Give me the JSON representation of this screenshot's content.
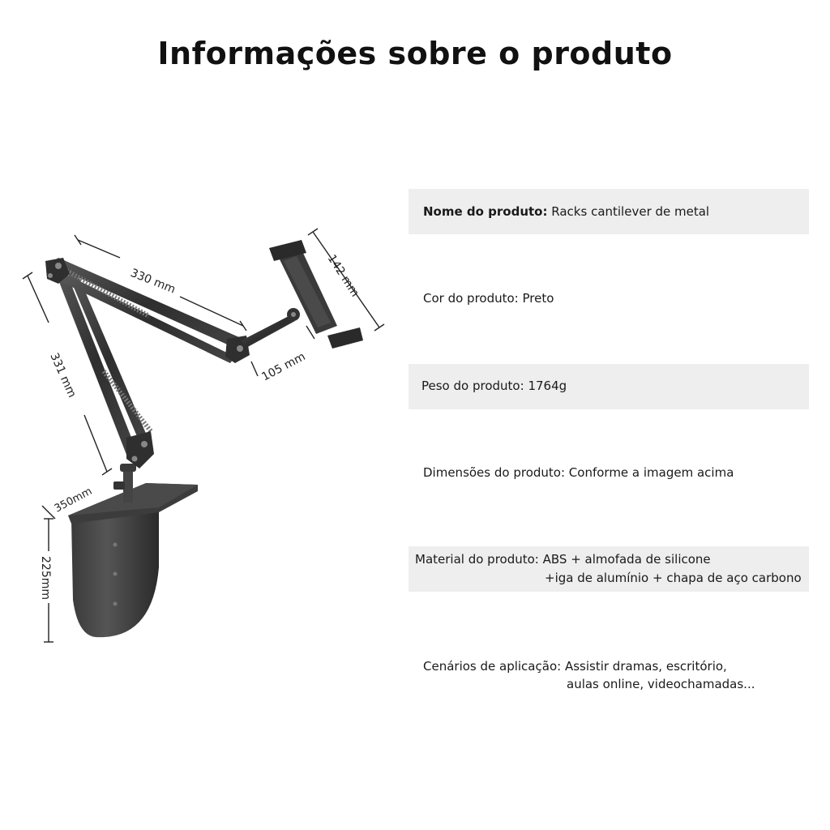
{
  "page": {
    "title": "Informações sobre o produto"
  },
  "figure": {
    "dimensions": {
      "upper_arm": "330 mm",
      "holder_height": "142 mm",
      "lower_arm": "331 mm",
      "holder_arm": "105 mm",
      "base_length": "350mm",
      "base_height": "225mm"
    }
  },
  "specs": {
    "name": {
      "label": "Nome do produto:",
      "value": "Racks cantilever de metal"
    },
    "color": {
      "label": "Cor do produto:",
      "value": "Preto"
    },
    "weight": {
      "label": "Peso do produto:",
      "value": "1764g"
    },
    "dimensions": {
      "label": "Dimensões do produto:",
      "value": "Conforme a imagem acima"
    },
    "material": {
      "label": "Material do produto:",
      "value": "ABS + almofada de silicone",
      "value2": "+iga de alumínio + chapa de aço carbono"
    },
    "scenarios": {
      "label": "Cenários de aplicação:",
      "value": "Assistir dramas, escritório,",
      "value2": "aulas online, videochamadas..."
    }
  }
}
